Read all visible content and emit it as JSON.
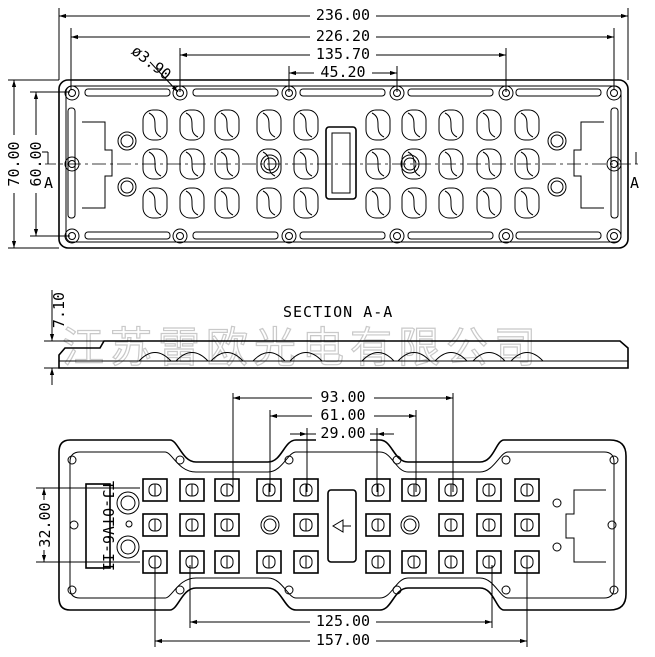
{
  "top_view": {
    "dims_horizontal": [
      "236.00",
      "226.20",
      "135.70",
      "45.20"
    ],
    "dims_vertical": [
      "70.00",
      "60.00"
    ],
    "hole_label": "ø3.90",
    "section_mark_left": "A",
    "section_mark_right": "A"
  },
  "section_view": {
    "title": "SECTION A-A",
    "height_dim": "7.10"
  },
  "bottom_view": {
    "dims_top": [
      "93.00",
      "61.00",
      "29.00"
    ],
    "dims_bottom": [
      "125.00",
      "157.00"
    ],
    "dim_left": "32.00",
    "part_code": "TJ-OTV6-II"
  },
  "watermark": "江苏雷欧光电有限公司"
}
